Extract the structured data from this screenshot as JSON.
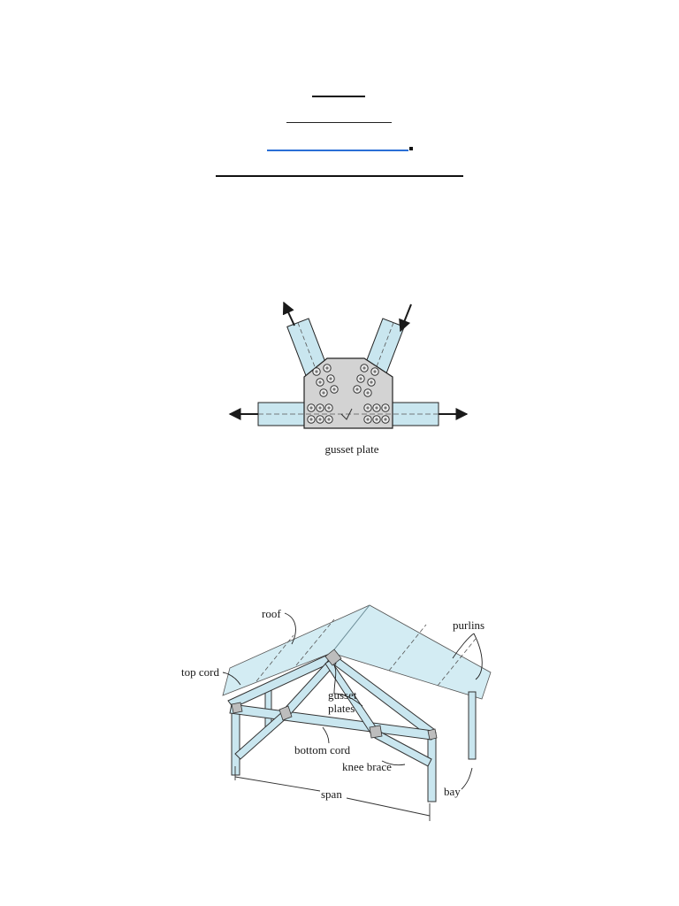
{
  "figure1": {
    "caption": "gusset plate"
  },
  "figure2": {
    "labels": {
      "roof": "roof",
      "purlins": "purlins",
      "top_cord": "top cord",
      "gusset": "gusset",
      "plates": "plates",
      "bottom_cord": "bottom cord",
      "knee_brace": "knee brace",
      "span": "span",
      "bay": "bay"
    }
  },
  "colors": {
    "member_fill": "#c9e6ef",
    "plate_fill": "#d3d3d3",
    "roof_fill": "#d3ecf3",
    "ink": "#1a1a1a",
    "link_blue": "#2a6fd6"
  }
}
